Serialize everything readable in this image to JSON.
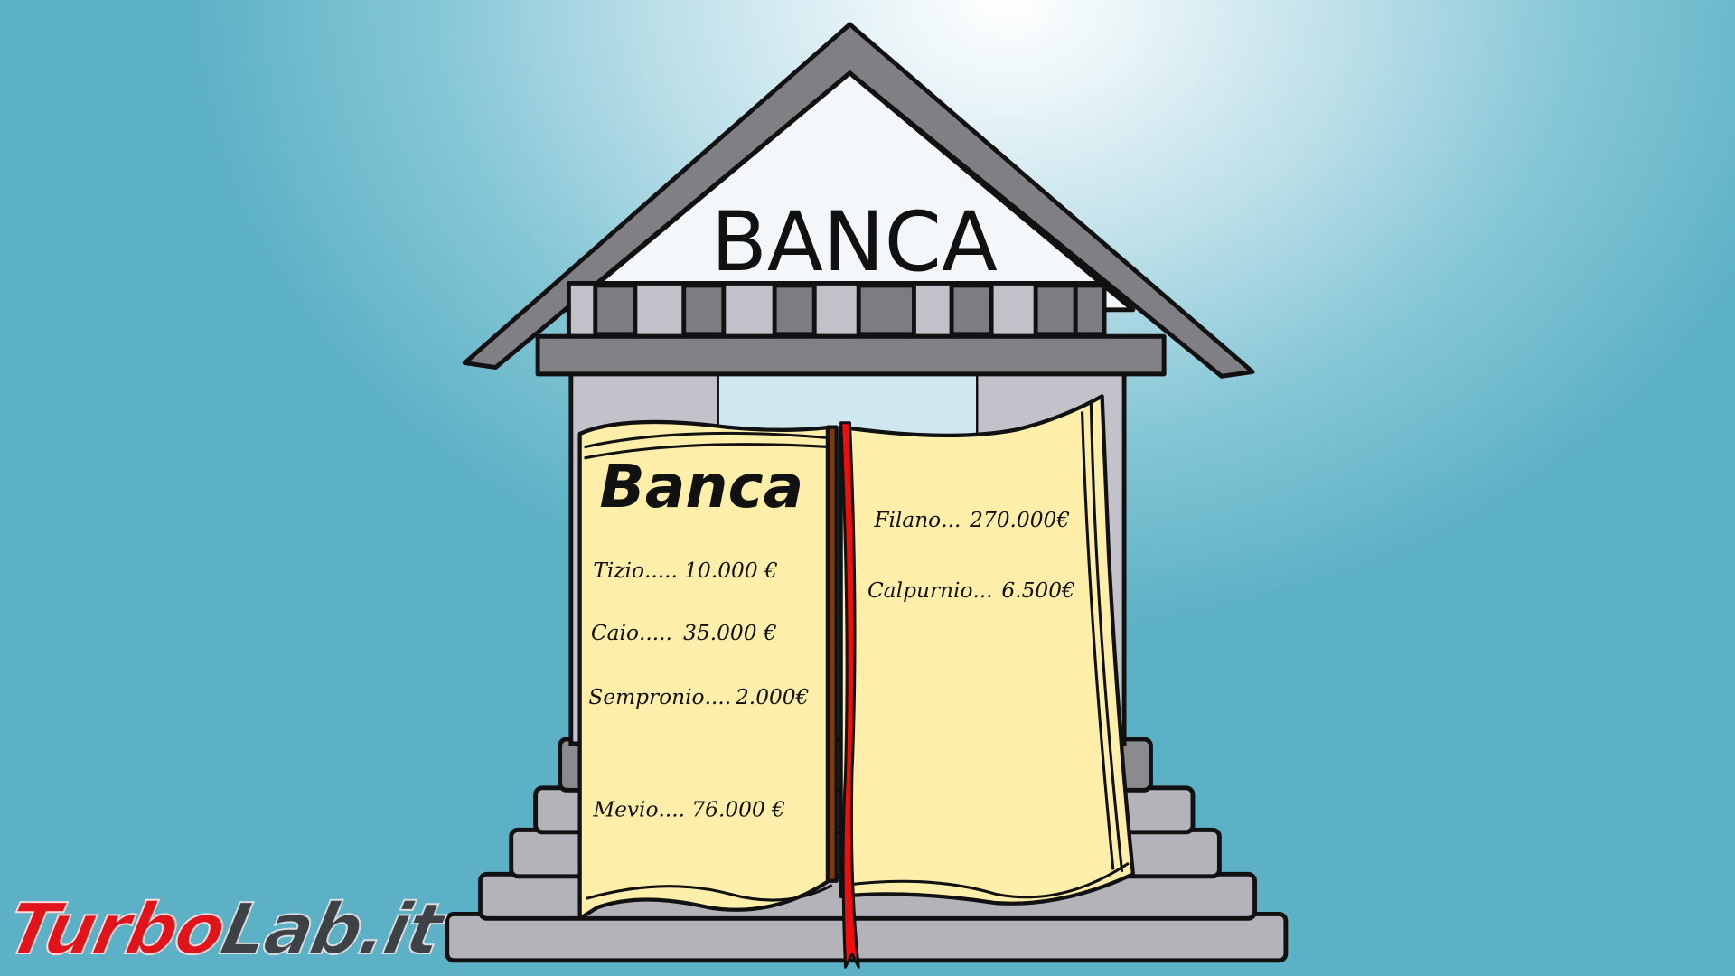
{
  "illustration": {
    "building_sign": "BANCA",
    "ledger": {
      "title": "Banca",
      "left_page": [
        {
          "name": "Tizio",
          "dots": ".....",
          "amount": "10.000 €"
        },
        {
          "name": "Caio",
          "dots": ".....",
          "amount": "35.000 €"
        },
        {
          "name": "Sempronio",
          "dots": "....",
          "amount": "2.000€"
        },
        {
          "name": "Mevio",
          "dots": "....",
          "amount": "76.000 €"
        }
      ],
      "right_page": [
        {
          "name": "Filano",
          "dots": "...",
          "amount": "270.000€"
        },
        {
          "name": "Calpurnio",
          "dots": "...",
          "amount": "6.500€"
        }
      ]
    },
    "colors": {
      "roof": "#7f7f84",
      "roof_inner": "#f4f7fa",
      "frieze_dark": "#7c7c82",
      "frieze_light": "#c2c0c8",
      "column": "#c3c1c9",
      "steps": "#b4b3b9",
      "step_top": "#8a8a8f",
      "page": "#fdeeaa",
      "ribbon": "#f20d0d",
      "spine": "#7a3b12"
    }
  },
  "watermark": {
    "part1": "Turbo",
    "part2": "Lab.it",
    "color_primary": "#e0141b",
    "color_secondary": "#3e4247"
  }
}
